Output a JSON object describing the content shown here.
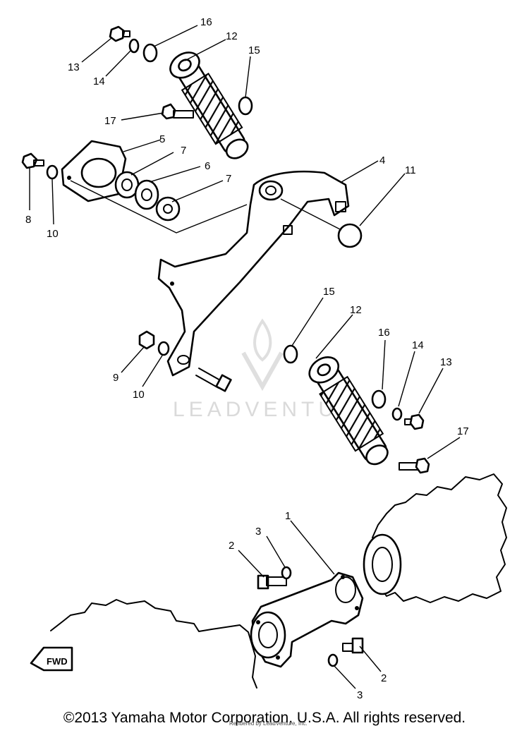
{
  "watermark": {
    "text": "LEADVENTU"
  },
  "arrow_label": "FWD",
  "callouts": {
    "upper_shock": {
      "n16": "16",
      "n12": "12",
      "n13": "13",
      "n14": "14",
      "n15": "15",
      "n17": "17"
    },
    "swingarm": {
      "n5": "5",
      "n7a": "7",
      "n6": "6",
      "n7b": "7",
      "n4": "4",
      "n11": "11",
      "n8": "8",
      "n10a": "10",
      "n9": "9",
      "n10b": "10"
    },
    "lower_shock": {
      "n15": "15",
      "n12": "12",
      "n16": "16",
      "n14": "14",
      "n13": "13",
      "n17": "17"
    },
    "bottom": {
      "n1": "1",
      "n3a": "3",
      "n2a": "2",
      "n2b": "2",
      "n3b": "3"
    }
  },
  "footer": {
    "copyright": "©2013 Yamaha Motor Corporation, U.S.A. All rights reserved.",
    "fine_print": "Rendered by LeadVenture, Inc."
  }
}
